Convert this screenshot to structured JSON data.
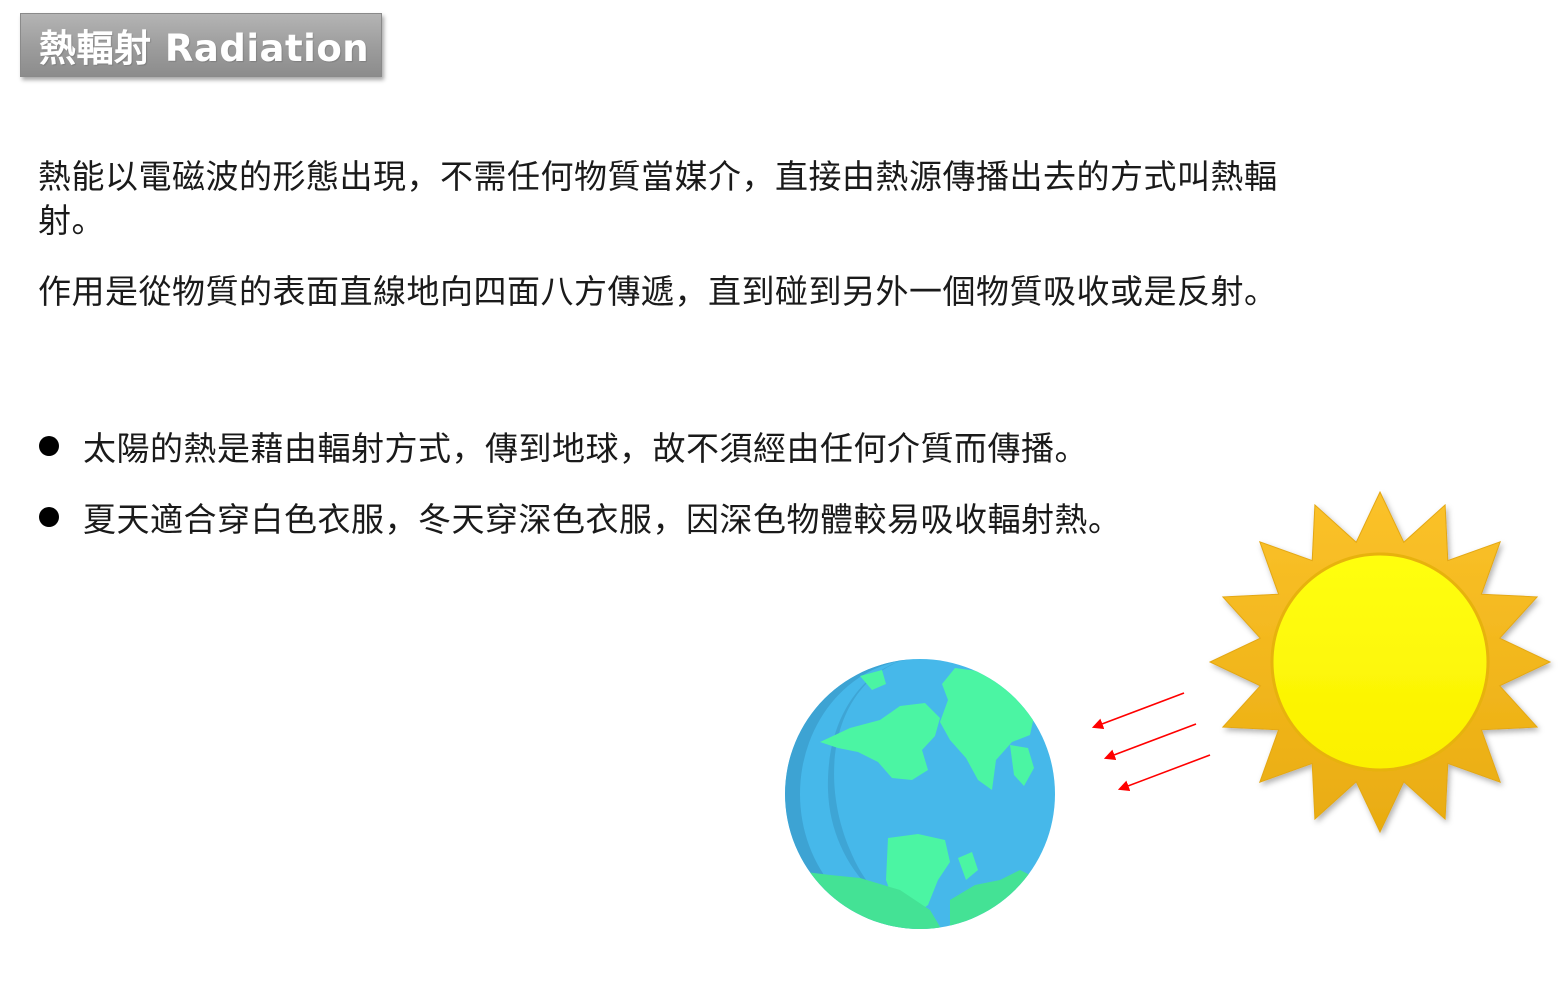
{
  "title": "熱輻射 Radiation",
  "paragraphs": [
    "熱能以電磁波的形態出現，不需任何物質當媒介，直接由熱源傳播出去的方式叫熱輻射。",
    "作用是從物質的表面直線地向四面八方傳遞，直到碰到另外一個物質吸收或是反射。"
  ],
  "bullets": [
    "太陽的熱是藉由輻射方式，傳到地球，故不須經由任何介質而傳播。",
    "夏天適合穿白色衣服，冬天穿深色衣服，因深色物體較易吸收輻射熱。"
  ],
  "colors": {
    "title_bg": "#9c9c9c",
    "sun_core": "#ffff00",
    "sun_rays": "#f5b820",
    "earth_ocean": "#46b8ea",
    "earth_ocean_shadow": "#3da3d3",
    "earth_land": "#4bf5a3",
    "arrow": "#ff0000"
  },
  "icons": [
    "earth-icon",
    "sun-icon",
    "radiation-arrow-icon"
  ]
}
